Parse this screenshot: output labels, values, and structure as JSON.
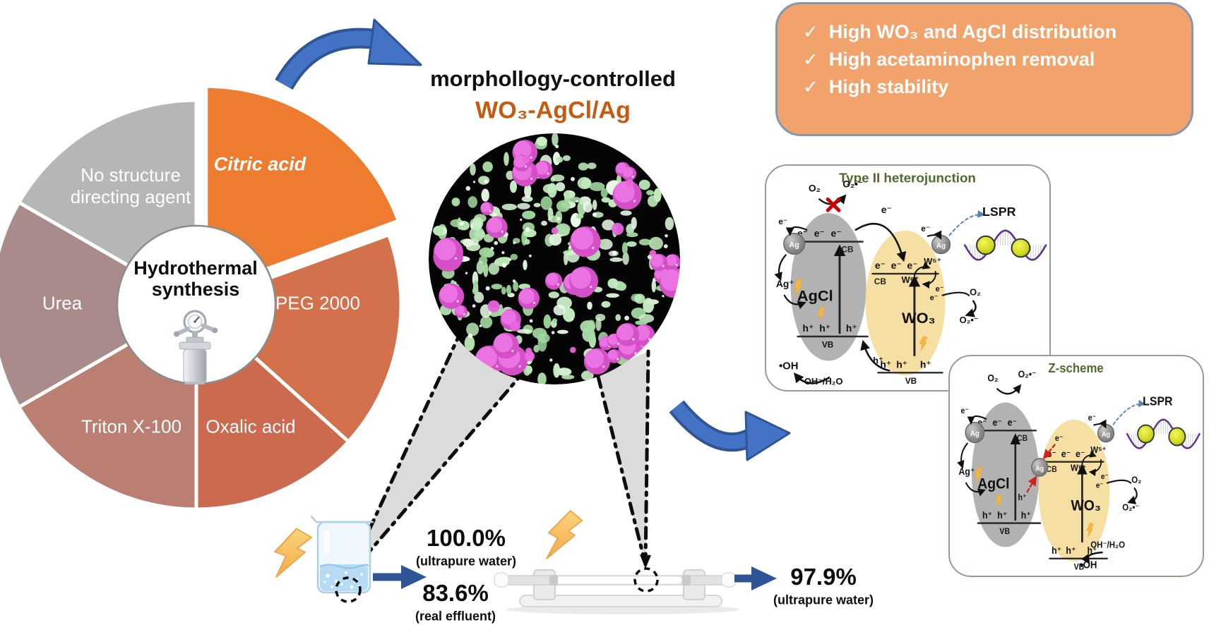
{
  "header": {
    "title_line1": "morphollogy-controlled",
    "title_line2": "WO₃-AgCl/Ag",
    "title_color": "#C55A11"
  },
  "checklist": {
    "check": "✓",
    "items": [
      "High WO₃ and AgCl distribution",
      "High acetaminophen removal",
      "High stability"
    ],
    "bg": "#F2A36B",
    "border": "#8496B0"
  },
  "chart_data": {
    "type": "pie",
    "title": "Hydrothermal synthesis",
    "categories": [
      "Citric acid",
      "PEG 2000",
      "Oxalic acid",
      "Triton X-100",
      "Urea",
      "No structure directing agent"
    ],
    "values": [
      70,
      62,
      48,
      60,
      60,
      60
    ],
    "unit": "degrees of arc (structure-directing-agent wheel, equal-weight segments)",
    "colors": [
      "#ED7C31",
      "#D2714B",
      "#CB6A4E",
      "#BA7E72",
      "#AA8B8C",
      "#B4B7B6"
    ],
    "highlighted": "Citric acid",
    "legend_position": "labels inside slices"
  },
  "wheel": {
    "center_line1": "Hydrothermal",
    "center_line2": "synthesis"
  },
  "panels": {
    "title_color": "#4F6B2E",
    "type2": {
      "title": "Type II heterojunction"
    },
    "zscheme": {
      "title": "Z-scheme"
    }
  },
  "diagram_labels": {
    "agcl": "AgCl",
    "wo3": "WO₃",
    "cb": "CB",
    "vb": "VB",
    "e": "e⁻",
    "h": "h⁺",
    "ag": "Ag",
    "ag_plus": "Ag⁺",
    "w5": "W⁵⁺",
    "w6": "W⁶⁺",
    "o2": "O₂",
    "o2_rad": "O₂•⁻",
    "oh_rad": "•OH",
    "oh_h2o": "OH⁻/H₂O",
    "lspr": "LSPR"
  },
  "results": {
    "batch_value_1": "100.0%",
    "batch_note_1": "(ultrapure water)",
    "batch_value_2": "83.6%",
    "batch_note_2": "(real effluent)",
    "flow_value": "97.9%",
    "flow_note": "(ultrapure water)"
  },
  "colors": {
    "arrow_fill": "#4472C4",
    "arrow_outline": "#2E5697",
    "straight_arrow": "#2F5496",
    "agcl_ellipse": "#AFAFAF",
    "wo3_ellipse": "#F6DFA2",
    "sem_green": "#BFEAB8",
    "sem_magenta": "#E965DE",
    "lightning": "#F8C863",
    "funnel_gray": "#DBDBDB"
  },
  "icons": {
    "check": "✓",
    "lightning": "bolt-shape",
    "curved_arrow": "blocky-curved-right-arrow",
    "straight_arrow": "thick-right-arrow"
  }
}
